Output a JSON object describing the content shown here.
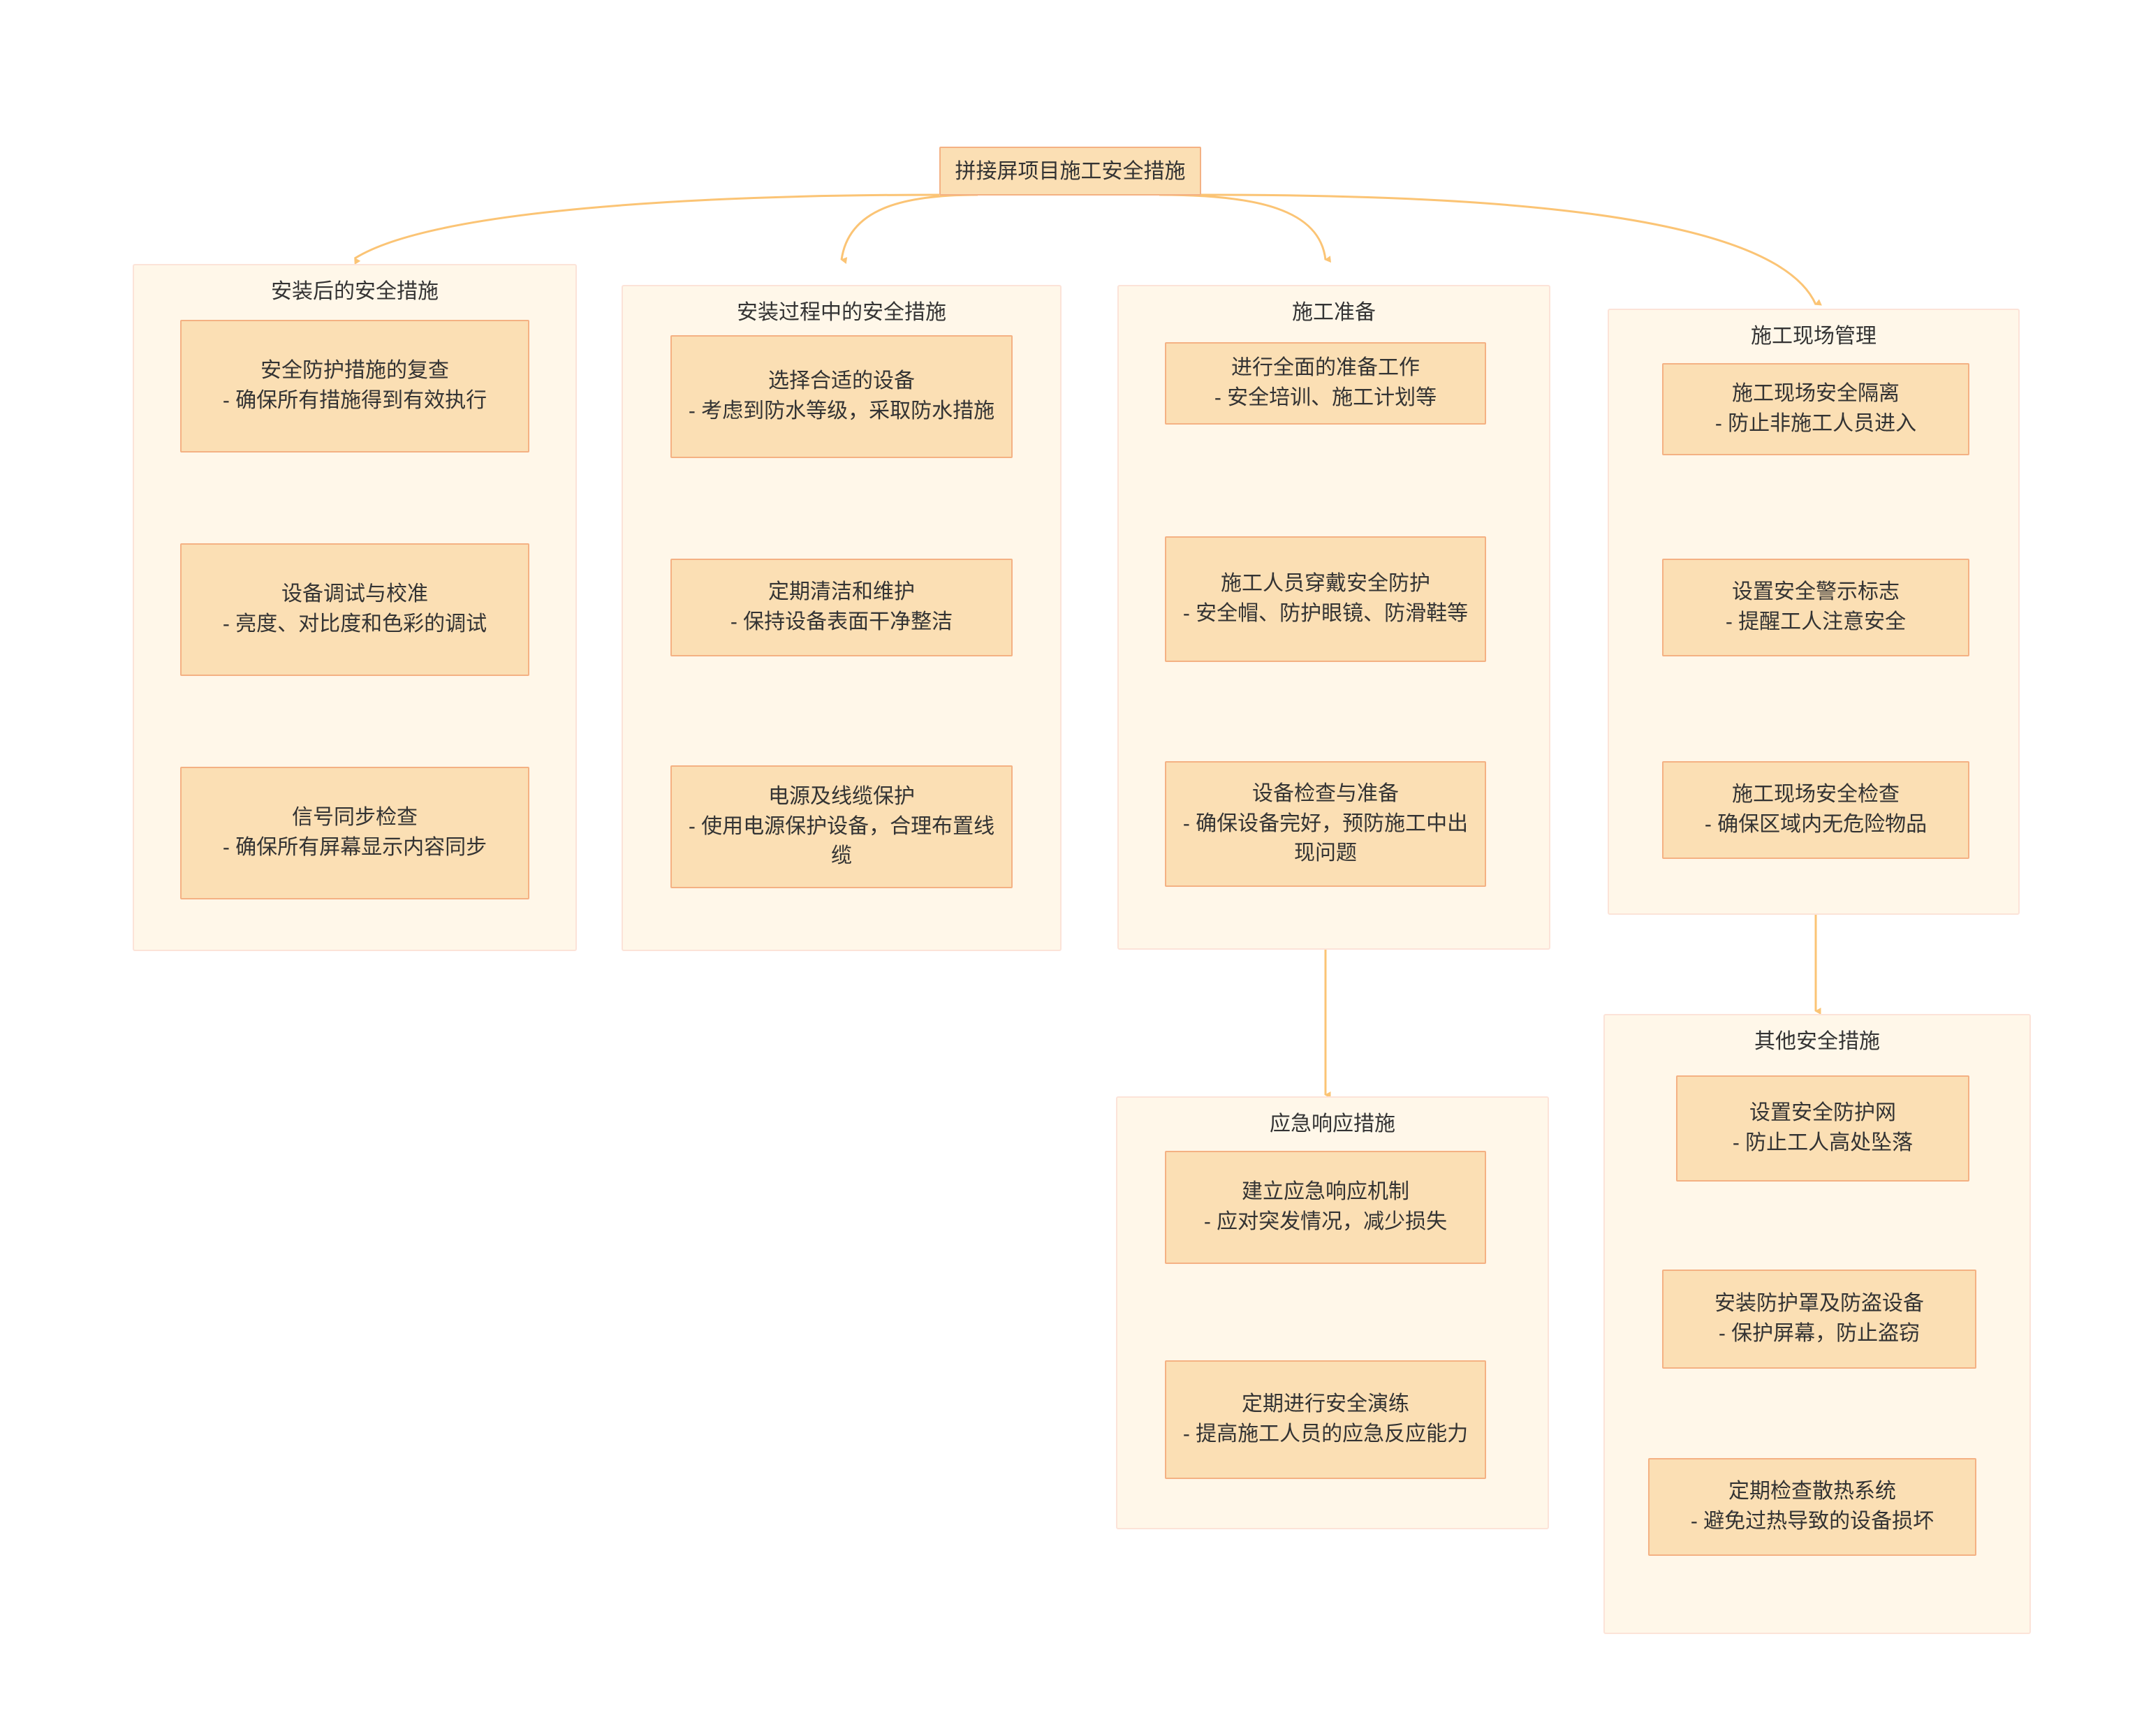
{
  "diagram": {
    "type": "flowchart",
    "direction": "top-down",
    "root": {
      "id": "root",
      "label": "拼接屏项目施工安全措施"
    },
    "colors": {
      "node_fill": "#FBDFB4",
      "node_border": "#F4B183",
      "cluster_fill": "#FFF7E9",
      "cluster_border": "#FCE3D8",
      "edge": "#FBC475",
      "text": "#333333",
      "background": "#FFFFFF"
    },
    "clusters": [
      {
        "id": "cluster-post-install",
        "title": "安装后的安全措施",
        "nodes": [
          {
            "id": "p1",
            "title": "安全防护措施的复查",
            "detail": "- 确保所有措施得到有效执行"
          },
          {
            "id": "p2",
            "title": "设备调试与校准",
            "detail": "- 亮度、对比度和色彩的调试"
          },
          {
            "id": "p3",
            "title": "信号同步检查",
            "detail": "- 确保所有屏幕显示内容同步"
          }
        ]
      },
      {
        "id": "cluster-during-install",
        "title": "安装过程中的安全措施",
        "nodes": [
          {
            "id": "d1",
            "title": "选择合适的设备",
            "detail": "- 考虑到防水等级，采取防水措施"
          },
          {
            "id": "d2",
            "title": "定期清洁和维护",
            "detail": "- 保持设备表面干净整洁"
          },
          {
            "id": "d3",
            "title": "电源及线缆保护",
            "detail": "- 使用电源保护设备，合理布置线缆"
          }
        ]
      },
      {
        "id": "cluster-preparation",
        "title": "施工准备",
        "nodes": [
          {
            "id": "c1",
            "title": "进行全面的准备工作",
            "detail": "- 安全培训、施工计划等"
          },
          {
            "id": "c2",
            "title": "施工人员穿戴安全防护",
            "detail": "- 安全帽、防护眼镜、防滑鞋等"
          },
          {
            "id": "c3",
            "title": "设备检查与准备",
            "detail": "- 确保设备完好，预防施工中出现问题"
          }
        ]
      },
      {
        "id": "cluster-site-management",
        "title": "施工现场管理",
        "nodes": [
          {
            "id": "s1",
            "title": "施工现场安全隔离",
            "detail": "- 防止非施工人员进入"
          },
          {
            "id": "s2",
            "title": "设置安全警示标志",
            "detail": "- 提醒工人注意安全"
          },
          {
            "id": "s3",
            "title": "施工现场安全检查",
            "detail": "- 确保区域内无危险物品"
          }
        ]
      },
      {
        "id": "cluster-emergency",
        "title": "应急响应措施",
        "nodes": [
          {
            "id": "e1",
            "title": "建立应急响应机制",
            "detail": "- 应对突发情况，减少损失"
          },
          {
            "id": "e2",
            "title": "定期进行安全演练",
            "detail": "- 提高施工人员的应急反应能力"
          }
        ]
      },
      {
        "id": "cluster-other",
        "title": "其他安全措施",
        "nodes": [
          {
            "id": "o1",
            "title": "设置安全防护网",
            "detail": "- 防止工人高处坠落"
          },
          {
            "id": "o2",
            "title": "安装防护罩及防盗设备",
            "detail": "- 保护屏幕，防止盗窃"
          },
          {
            "id": "o3",
            "title": "定期检查散热系统",
            "detail": "- 避免过热导致的设备损坏"
          }
        ]
      }
    ],
    "edges": [
      {
        "from": "root",
        "to": "cluster-post-install"
      },
      {
        "from": "root",
        "to": "cluster-during-install"
      },
      {
        "from": "root",
        "to": "cluster-preparation"
      },
      {
        "from": "root",
        "to": "cluster-site-management"
      },
      {
        "from": "p1",
        "to": "p2"
      },
      {
        "from": "p2",
        "to": "p3"
      },
      {
        "from": "d1",
        "to": "d2"
      },
      {
        "from": "d2",
        "to": "d3"
      },
      {
        "from": "c1",
        "to": "c2"
      },
      {
        "from": "c2",
        "to": "c3"
      },
      {
        "from": "c3",
        "to": "cluster-emergency"
      },
      {
        "from": "s1",
        "to": "s2"
      },
      {
        "from": "s2",
        "to": "s3"
      },
      {
        "from": "s3",
        "to": "cluster-other"
      },
      {
        "from": "e1",
        "to": "e2"
      },
      {
        "from": "o1",
        "to": "o2"
      },
      {
        "from": "o2",
        "to": "o3"
      }
    ]
  }
}
